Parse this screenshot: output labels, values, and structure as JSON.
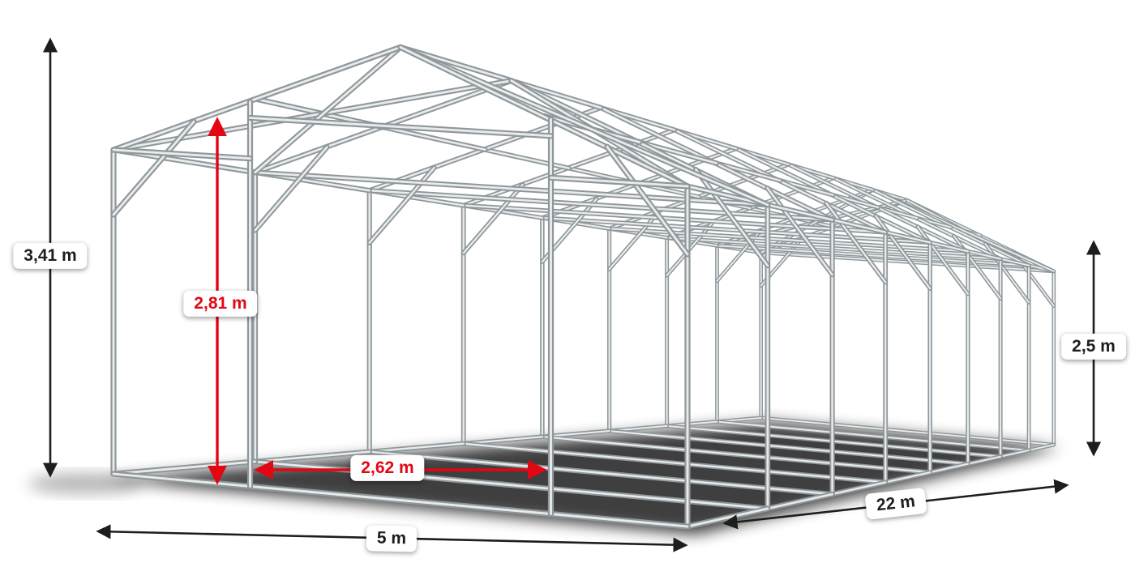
{
  "colors": {
    "background": "#ffffff",
    "dimension_black": "#1d1d1b",
    "dimension_red": "#e30613",
    "label_bg": "#ffffff",
    "tube_outline": "#8f979b",
    "tube_highlight": "#e8ebec",
    "shadow": "#000000"
  },
  "dimensions": {
    "total_height": {
      "label": "3,41 m",
      "meters": 3.41
    },
    "entrance_height": {
      "label": "2,81 m",
      "meters": 2.81
    },
    "entrance_width": {
      "label": "2,62 m",
      "meters": 2.62
    },
    "width": {
      "label": "5 m",
      "meters": 5
    },
    "length": {
      "label": "22 m",
      "meters": 22
    },
    "side_height": {
      "label": "2,5 m",
      "meters": 2.5
    }
  }
}
